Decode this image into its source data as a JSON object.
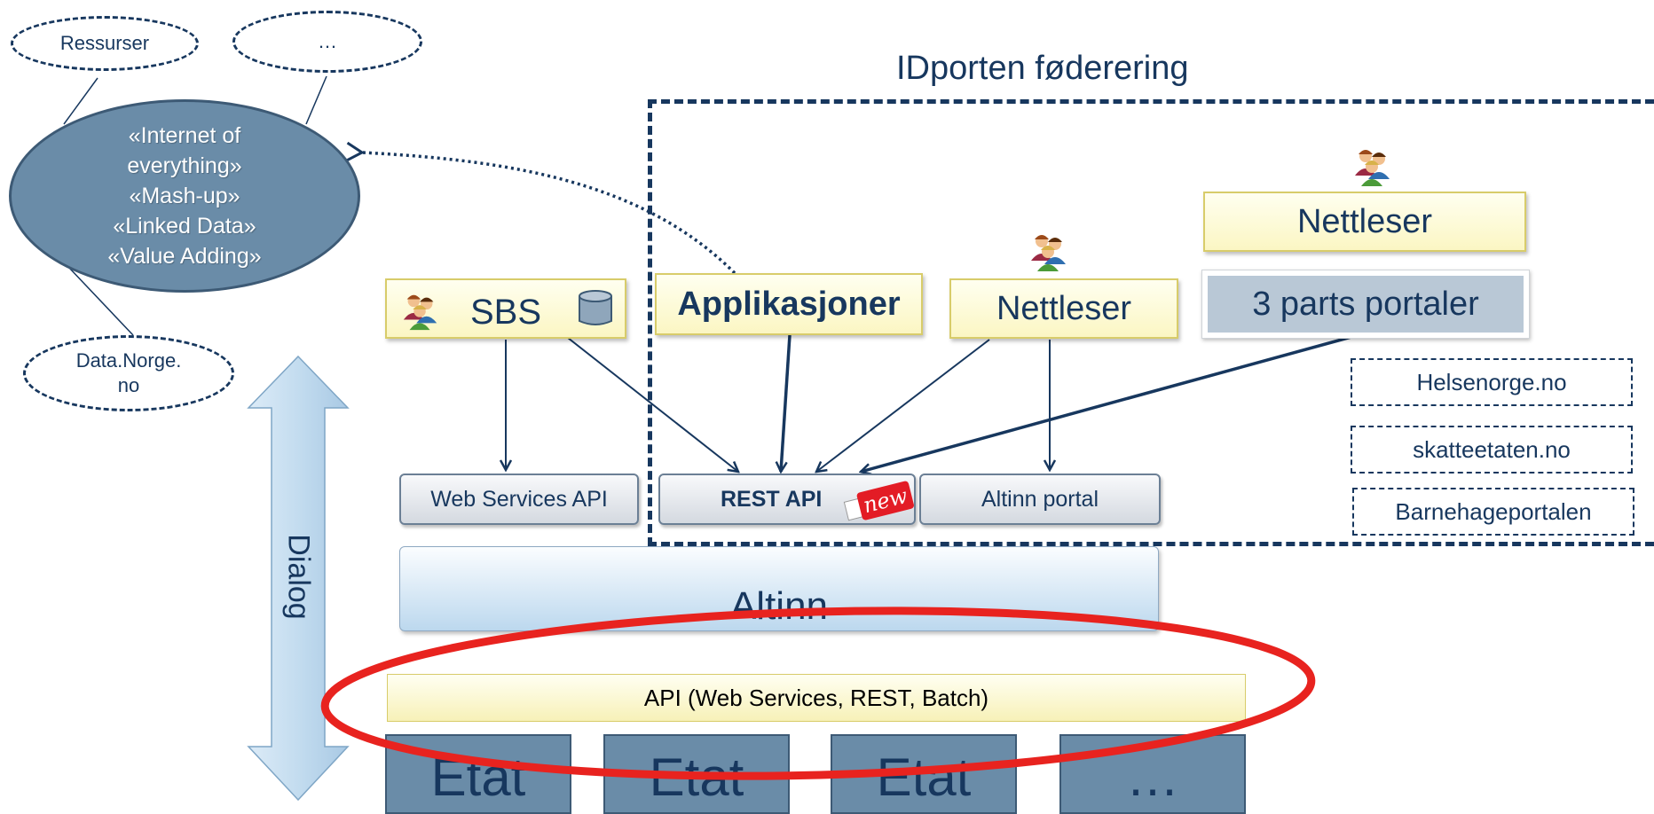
{
  "ellipses": {
    "ressurser": "Ressurser",
    "ellipsis": "…",
    "data_norge": "Data.Norge.\nno",
    "central": [
      "«Internet of",
      "everything»",
      "«Mash-up»",
      "«Linked Data»",
      "«Value Adding»"
    ]
  },
  "federation_label": "IDporten føderering",
  "boxes": {
    "sbs": "SBS",
    "applikasjoner": "Applikasjoner",
    "nettleser_mid": "Nettleser",
    "nettleser_right": "Nettleser",
    "three_parts": "3 parts portaler"
  },
  "portals": [
    "Helsenorge.no",
    "skatteetaten.no",
    "Barnehageportalen"
  ],
  "apis": {
    "web_services": "Web Services API",
    "rest": "REST API",
    "altinn_portal": "Altinn portal",
    "new_tag": "new"
  },
  "altinn": "Altinn",
  "api_bar": "API (Web Services, REST, Batch)",
  "etats": [
    "Etat",
    "Etat",
    "Etat",
    "…"
  ],
  "dialog": "Dialog",
  "colors": {
    "navy": "#17375e",
    "steel": "#6a8ca8",
    "highlight_red": "#e8231f",
    "yellow_fill": "#fbf6c3"
  }
}
